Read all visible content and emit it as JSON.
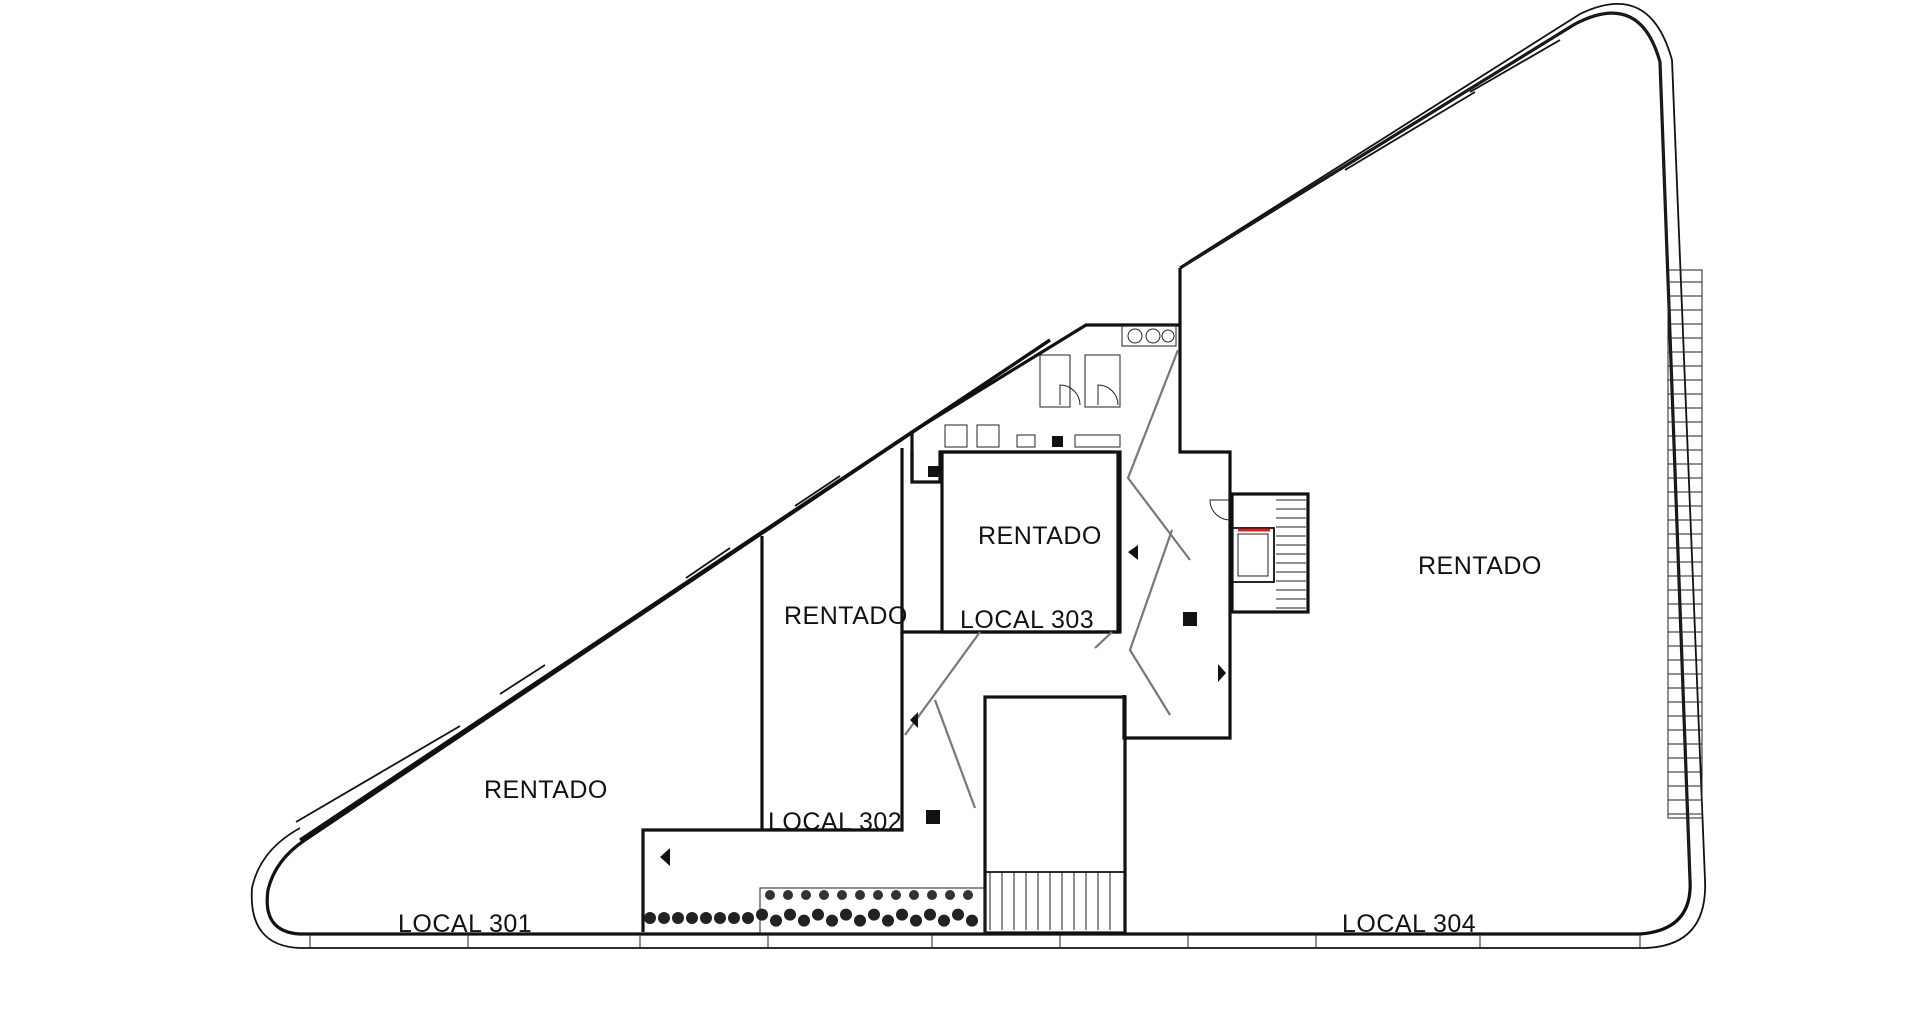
{
  "plan": {
    "labels": {
      "rentado_301": "RENTADO",
      "rentado_302": "RENTADO",
      "rentado_303": "RENTADO",
      "rentado_304": "RENTADO",
      "local_301": "LOCAL 301",
      "local_302": "LOCAL 302",
      "local_303": "LOCAL 303",
      "local_304": "LOCAL 304"
    },
    "colors": {
      "line": "#111111",
      "corridor": "#777777",
      "accent": "#cc2222",
      "background": "#ffffff"
    }
  }
}
